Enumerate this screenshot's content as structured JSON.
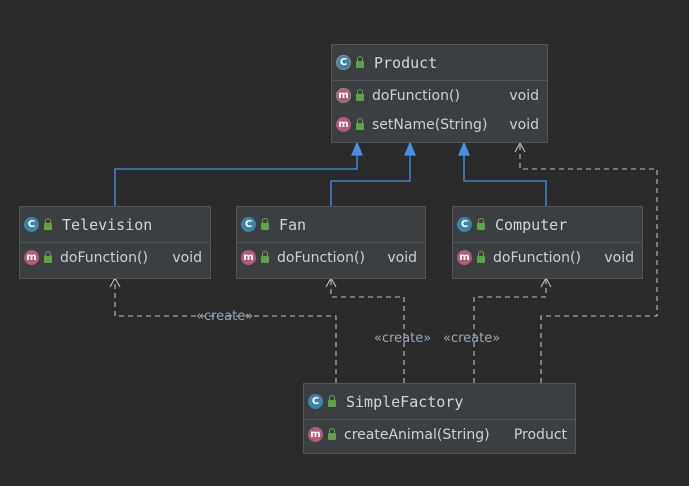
{
  "classes": {
    "product": {
      "name": "Product",
      "icon": "class-icon",
      "members": [
        {
          "name": "doFunction()",
          "type": "void",
          "icon": "abstract-method-icon"
        },
        {
          "name": "setName(String)",
          "type": "void",
          "icon": "method-icon"
        }
      ]
    },
    "television": {
      "name": "Television",
      "members": [
        {
          "name": "doFunction()",
          "type": "void"
        }
      ]
    },
    "fan": {
      "name": "Fan",
      "members": [
        {
          "name": "doFunction()",
          "type": "void"
        }
      ]
    },
    "computer": {
      "name": "Computer",
      "members": [
        {
          "name": "doFunction()",
          "type": "void"
        }
      ]
    },
    "factory": {
      "name": "SimpleFactory",
      "members": [
        {
          "name": "createAnimal(String)",
          "type": "Product"
        }
      ]
    }
  },
  "labels": {
    "create1": "«create»",
    "create2": "«create»",
    "create3": "«create»"
  },
  "colors": {
    "background": "#2b2b2b",
    "inheritance": "#4a90e2",
    "dependency": "#bfbfbf",
    "class_icon": "#3f83a6",
    "method_icon": "#b35c77",
    "lock": "#5fa24a"
  }
}
